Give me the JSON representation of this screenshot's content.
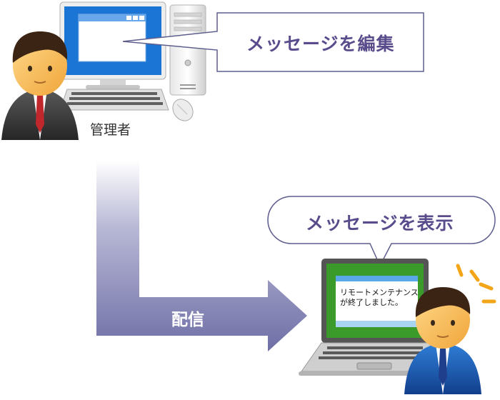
{
  "admin_label": "管理者",
  "edit_callout": "メッセージを編集",
  "display_callout": "メッセージを表示",
  "deliver_label": "配信",
  "screen_message": "リモートメンテナンスが終了しました。",
  "colors": {
    "callout_text": "#5a4c8c",
    "arrow": "#7474a8",
    "monitor_blue": "#1b75d4",
    "laptop_screen": "#3a9a2a",
    "notify_dashes": "#f2a516"
  }
}
